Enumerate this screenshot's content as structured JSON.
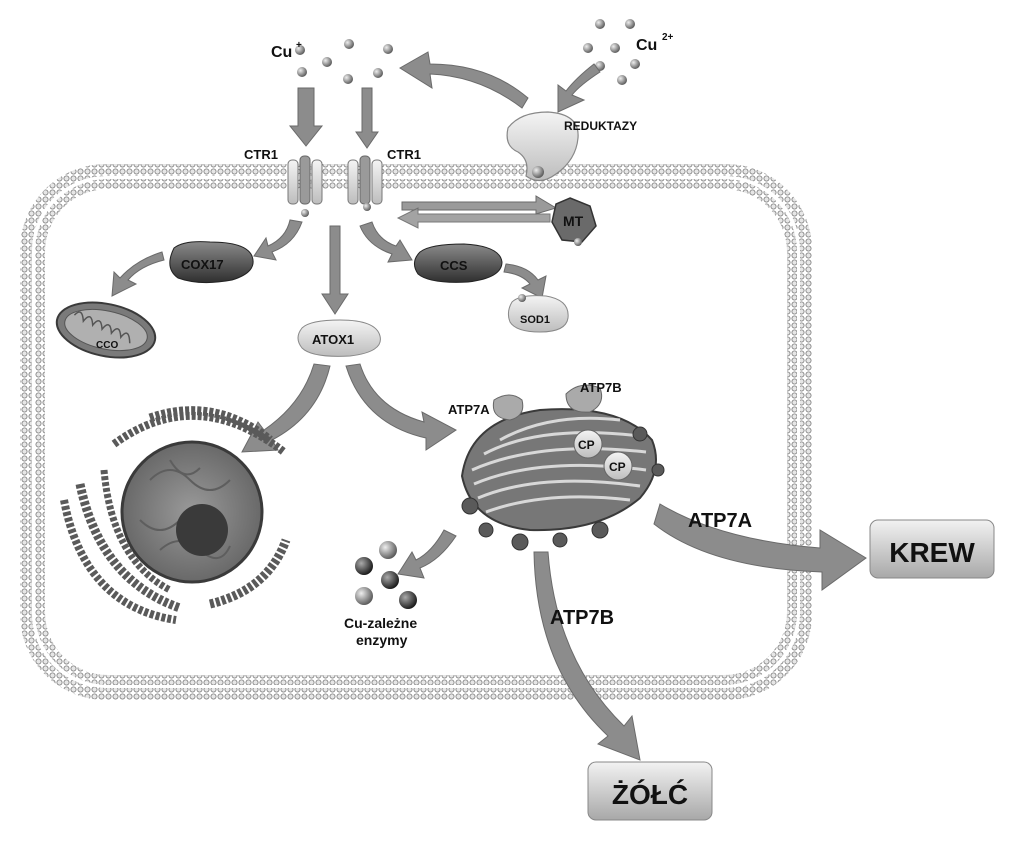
{
  "labels": {
    "cu_plus": "Cu",
    "cu_plus_sup": "+",
    "cu_2plus": "Cu",
    "cu_2plus_sup": "2+",
    "reduktazy": "REDUKTAZY",
    "ctr1_left": "CTR1",
    "ctr1_right": "CTR1",
    "mt": "MT",
    "cox17": "COX17",
    "cco": "CCO",
    "ccs": "CCS",
    "sod1": "SOD1",
    "atox1": "ATOX1",
    "atp7a_golgi": "ATP7A",
    "atp7b_golgi": "ATP7B",
    "cp_1": "CP",
    "cp_2": "CP",
    "atp7a_arrow": "ATP7A",
    "atp7b_arrow": "ATP7B",
    "krew": "KREW",
    "zolc": "ŻÓŁĆ",
    "enzymes_line1": "Cu-zależne",
    "enzymes_line2": "enzymy"
  },
  "colors": {
    "membrane": "#8a8a8a",
    "protein_dark": "#4d4d4d",
    "protein_light": "#d9d9d9",
    "arrow": "#8c8c8c",
    "nucleus": "#7a7a7a",
    "box_fill": "#d0d0d0"
  }
}
